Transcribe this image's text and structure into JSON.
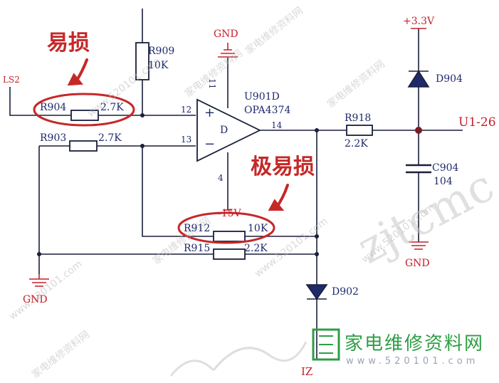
{
  "annotations": {
    "top": "易损",
    "right": "极易损"
  },
  "nets": {
    "ls2": "LS2",
    "gnd_top": "GND",
    "gnd_left": "GND",
    "gnd_right": "GND",
    "minus15": "-15V",
    "plus3v3": "+3.3V",
    "u1_26": "U1-26",
    "iz": "IZ"
  },
  "opamp": {
    "ref": "U901D",
    "part": "OPA4374",
    "inner": "D",
    "plus": "+",
    "minus": "−",
    "pins": {
      "p11": "11",
      "p12": "12",
      "p13": "13",
      "p14": "14",
      "p4": "4"
    }
  },
  "resistors": {
    "r909": {
      "ref": "R909",
      "value": "10K"
    },
    "r904": {
      "ref": "R904",
      "value": "2.7K"
    },
    "r903": {
      "ref": "R903",
      "value": "2.7K"
    },
    "r918": {
      "ref": "R918",
      "value": "2.2K"
    },
    "r912": {
      "ref": "R912",
      "value": "10K"
    },
    "r915": {
      "ref": "R915",
      "value": "2.2K"
    }
  },
  "capacitors": {
    "c904": {
      "ref": "C904",
      "value": "104"
    }
  },
  "diodes": {
    "d904": "D904",
    "d902": "D902"
  },
  "watermark": {
    "text": "家电维修资料网",
    "url": "www.520101.com",
    "script": "zjtcmc"
  },
  "brand": {
    "cn": "家电维修资料网",
    "url": "www.520101.com"
  },
  "colors": {
    "wire": "#1a1f3a",
    "component": "#1f2a6b",
    "net_label": "#c4202a",
    "highlight": "#c62828",
    "brand_green": "#2e9e44"
  }
}
